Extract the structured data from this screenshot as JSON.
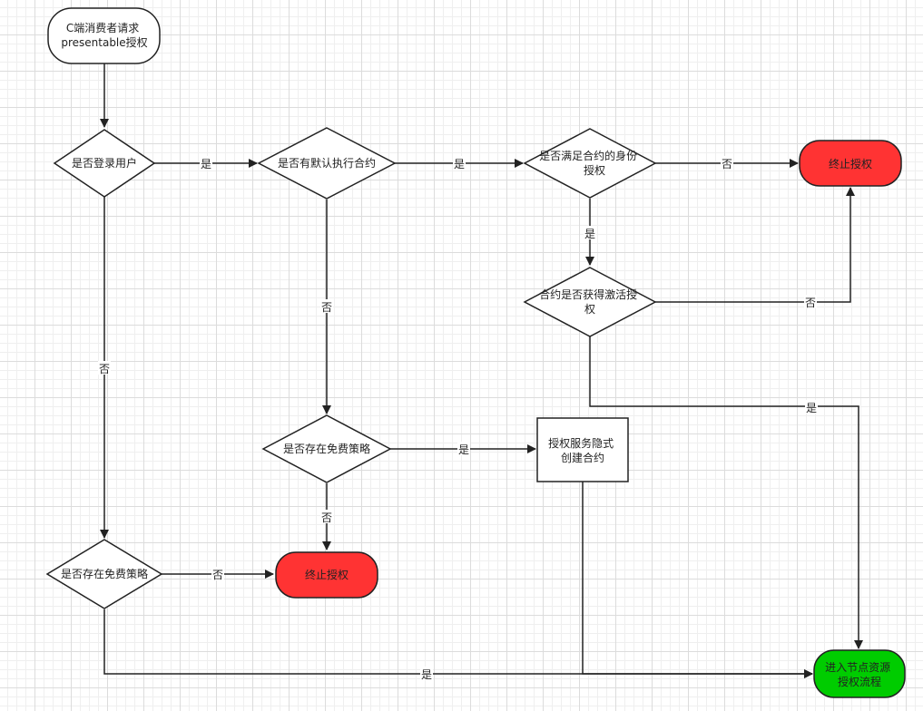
{
  "colors": {
    "terminate_fill": "#ff3333",
    "enter_fill": "#00cc00",
    "node_fill": "#ffffff",
    "stroke": "#222222"
  },
  "nodes": {
    "start": {
      "lines": [
        "C端消费者请求",
        "presentable授权"
      ]
    },
    "d_login": {
      "lines": [
        "是否登录用户"
      ]
    },
    "d_default_contract": {
      "lines": [
        "是否有默认执行合约"
      ]
    },
    "d_identity": {
      "lines": [
        "是否满足合约的身份",
        "授权"
      ]
    },
    "end_top": {
      "lines": [
        "终止授权"
      ]
    },
    "d_activate": {
      "lines": [
        "合约是否获得激活授",
        "权"
      ]
    },
    "d_free_mid": {
      "lines": [
        "是否存在免费策略"
      ]
    },
    "service": {
      "lines": [
        "授权服务隐式",
        "创建合约"
      ]
    },
    "d_free_left": {
      "lines": [
        "是否存在免费策略"
      ]
    },
    "end_mid": {
      "lines": [
        "终止授权"
      ]
    },
    "enter": {
      "lines": [
        "进入节点资源",
        "授权流程"
      ]
    }
  },
  "edges": {
    "login_yes": "是",
    "login_no": "否",
    "default_yes": "是",
    "default_no": "否",
    "identity_no": "否",
    "identity_yes": "是",
    "activate_no": "否",
    "activate_yes": "是",
    "free_mid_yes": "是",
    "free_mid_no": "否",
    "free_left_no": "否",
    "free_left_yes": "是"
  }
}
